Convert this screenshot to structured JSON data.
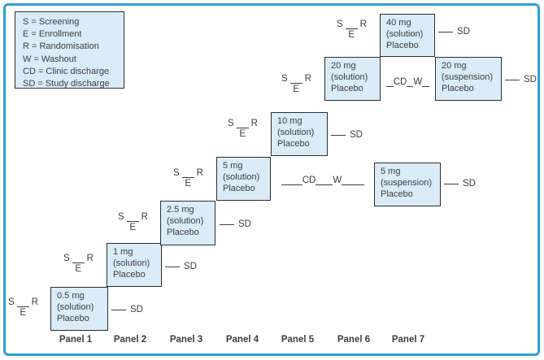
{
  "figure": {
    "legend": [
      "S = Screening",
      "E = Enrollment",
      "R = Randomisation",
      "W = Washout",
      "CD = Clinic discharge",
      "SD = Study discharge"
    ],
    "markers": {
      "s": "S",
      "e": "E",
      "r": "R",
      "w": "W",
      "cd": "CD",
      "sd": "SD"
    },
    "boxes": [
      {
        "dose": "0.5 mg",
        "form": "(solution)",
        "drug": "Placebo"
      },
      {
        "dose": "1 mg",
        "form": "(solution)",
        "drug": "Placebo"
      },
      {
        "dose": "2.5 mg",
        "form": "(solution)",
        "drug": "Placebo"
      },
      {
        "dose": "5 mg",
        "form": "(solution)",
        "drug": "Placebo"
      },
      {
        "dose": "10 mg",
        "form": "(solution)",
        "drug": "Placebo"
      },
      {
        "dose": "20 mg",
        "form": "(solution)",
        "drug": "Placebo"
      },
      {
        "dose": "40 mg",
        "form": "(solution)",
        "drug": "Placebo"
      },
      {
        "dose": "20 mg",
        "form": "(suspension)",
        "drug": "Placebo"
      },
      {
        "dose": "5 mg",
        "form": "(suspension)",
        "drug": "Placebo"
      }
    ],
    "panel_labels": [
      "Panel 1",
      "Panel 2",
      "Panel 3",
      "Panel 4",
      "Panel 5",
      "Panel 6",
      "Panel 7"
    ],
    "colors": {
      "frame_border": "#2d9fd8",
      "box_fill": "#d9ecf8",
      "box_border": "#2e2e2e",
      "text": "#3d3d3d"
    }
  }
}
